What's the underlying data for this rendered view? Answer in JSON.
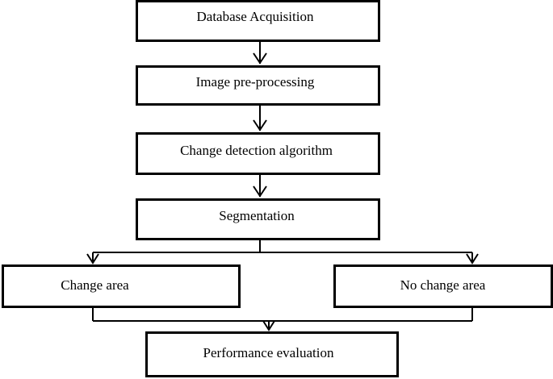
{
  "flowchart": {
    "steps": {
      "database_acquisition": "Database Acquisition",
      "image_preprocessing": "Image pre-processing",
      "change_detection_algorithm": "Change detection algorithm",
      "segmentation": "Segmentation",
      "change_area": "Change area",
      "no_change_area": "No change area",
      "performance_evaluation": "Performance evaluation"
    },
    "connections": [
      {
        "from": "database_acquisition",
        "to": "image_preprocessing"
      },
      {
        "from": "image_preprocessing",
        "to": "change_detection_algorithm"
      },
      {
        "from": "change_detection_algorithm",
        "to": "segmentation"
      },
      {
        "from": "segmentation",
        "to": "change_area"
      },
      {
        "from": "segmentation",
        "to": "no_change_area"
      },
      {
        "from": "change_area",
        "to": "performance_evaluation"
      },
      {
        "from": "no_change_area",
        "to": "performance_evaluation"
      }
    ]
  }
}
